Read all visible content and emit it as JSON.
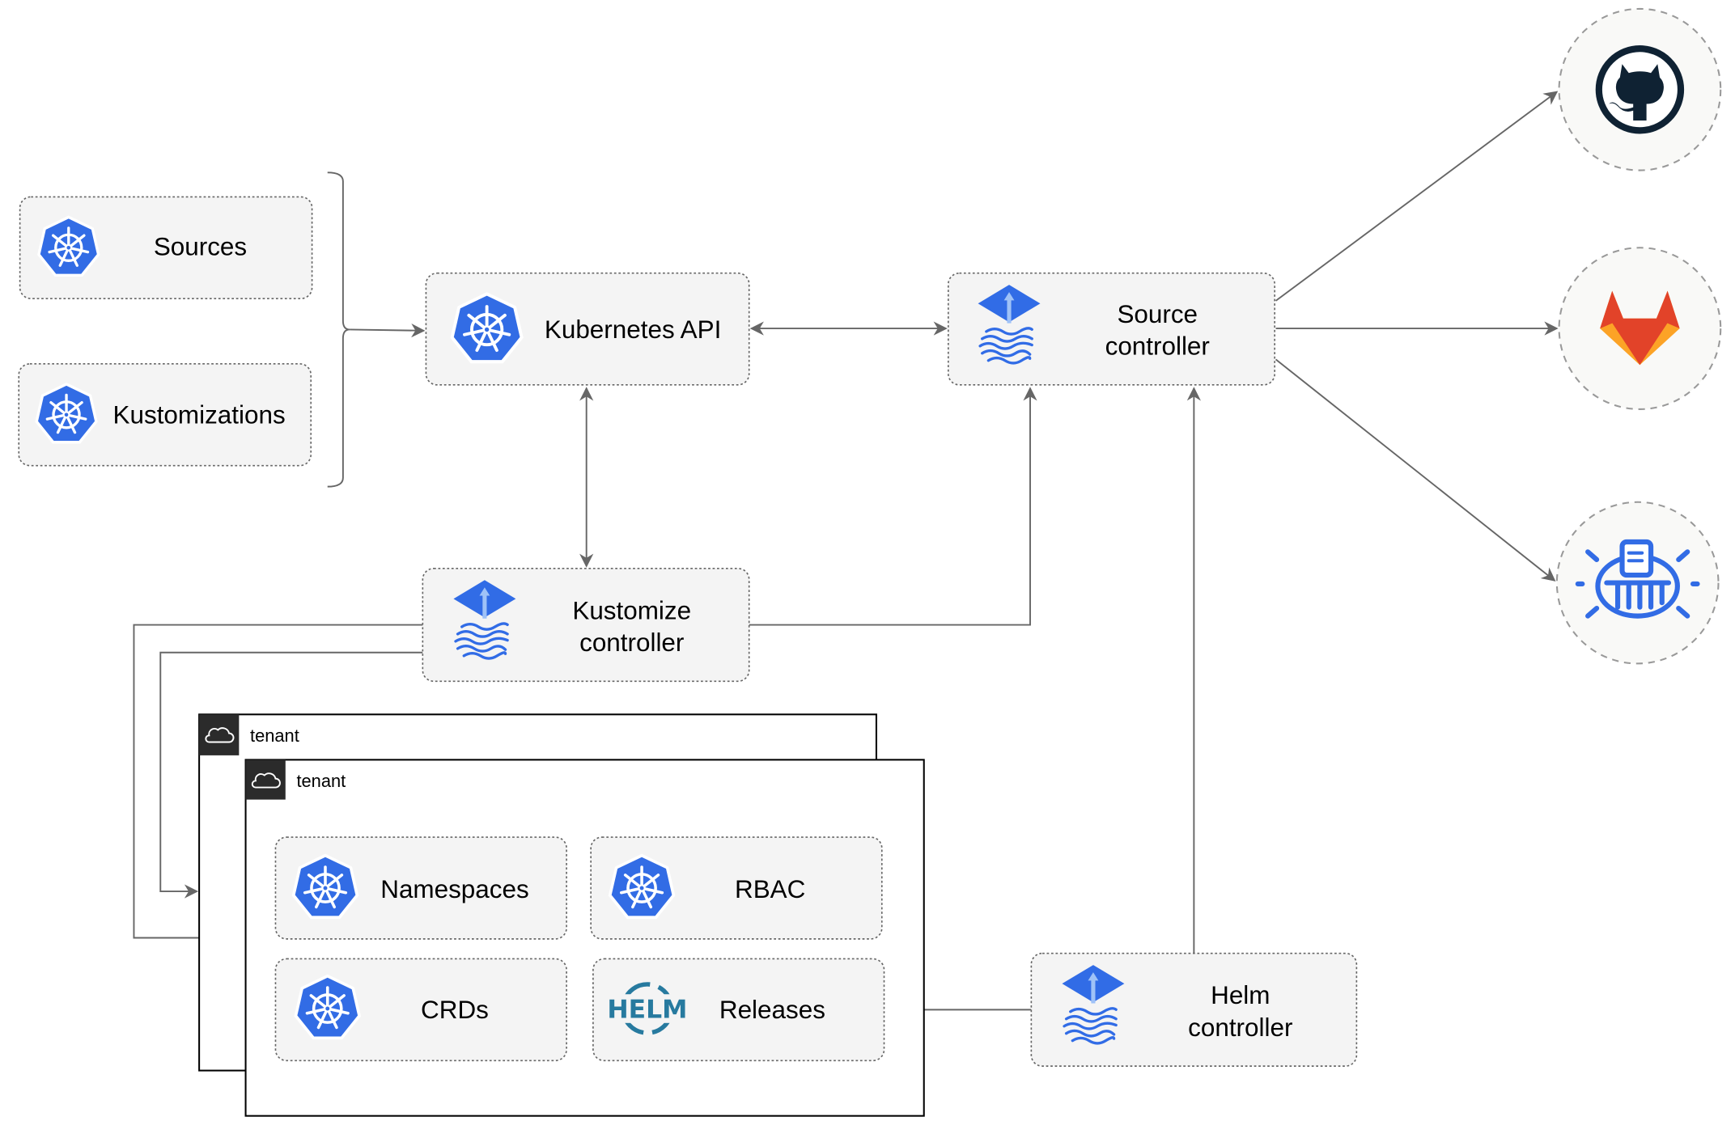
{
  "nodes": {
    "sources": "Sources",
    "kustomizations": "Kustomizations",
    "kubernetes_api": "Kubernetes API",
    "source_controller": [
      "Source",
      "controller"
    ],
    "kustomize_controller": [
      "Kustomize",
      "controller"
    ],
    "helm_controller": [
      "Helm",
      "controller"
    ],
    "namespaces": "Namespaces",
    "rbac": "RBAC",
    "crds": "CRDs",
    "releases": "Releases"
  },
  "tenants": [
    "tenant",
    "tenant"
  ],
  "logos": {
    "helm_wordmark": "HELM"
  },
  "external_targets": [
    "github-icon",
    "gitlab-icon",
    "bucket-icon"
  ],
  "colors": {
    "kubernetes_blue": "#326ce5",
    "flux_blue": "#316ce6",
    "github_dark": "#0f2233",
    "gitlab_orange": "#e24329",
    "gitlab_light": "#fca326",
    "helm_blue": "#277a9f",
    "box_fill": "#f4f4f4",
    "edge": "#666666"
  }
}
